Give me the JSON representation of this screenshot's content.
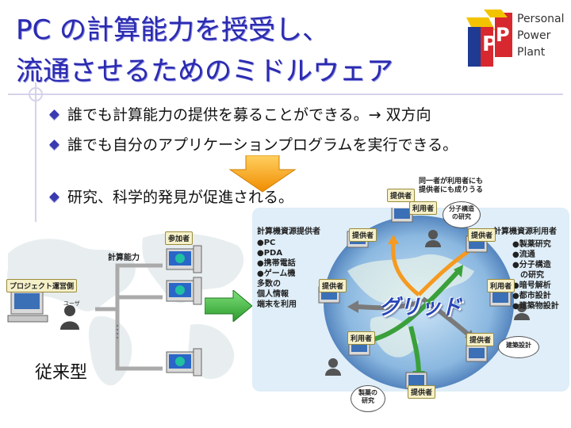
{
  "title": {
    "line1": "PC の計算能力を授受し、",
    "line2": "流通させるためのミドルウェア"
  },
  "logo": {
    "lines": [
      "Personal",
      "Power",
      "Plant"
    ],
    "colors": {
      "red": "#d7282f",
      "yellow": "#f2c400",
      "blue": "#1f3a93"
    }
  },
  "bullets": [
    "誰でも計算能力の提供を募ることができる。→ 双方向",
    "誰でも自分のアプリケーションプログラムを実行できる。",
    "研究、科学的発見が促進される。"
  ],
  "left_diagram": {
    "label_project": "プロジェクト運営側",
    "label_user": "ユーザ",
    "label_compute": "計算能力",
    "label_participant": "参加者",
    "caption": "従来型"
  },
  "right_diagram": {
    "provider_header": "計算機資源提供者",
    "provider_list": [
      "●PC",
      "●PDA",
      "●携帯電話",
      "●ゲーム機",
      "多数の",
      "個人情報",
      "端末を利用"
    ],
    "user_header": "計算機資源利用者",
    "user_list": [
      "●製薬研究",
      "●流通",
      "●分子構造",
      "の研究",
      "●暗号解析",
      "●都市設計",
      "●建築物設計"
    ],
    "top_note": [
      "同一者が利用者にも",
      "提供者にも成りうる"
    ],
    "tag_provider": "提供者",
    "tag_user": "利用者",
    "bubble_molecule": [
      "分子構造",
      "の研究"
    ],
    "bubble_arch": "建築設計",
    "bubble_drug": [
      "製薬の",
      "研究"
    ],
    "grid": "グリッド"
  },
  "colors": {
    "title": "#2a2ab0",
    "bullet": "#3a3ab0",
    "orange_arrow": "#f5a500",
    "green_arrow": "#3aa03a"
  }
}
